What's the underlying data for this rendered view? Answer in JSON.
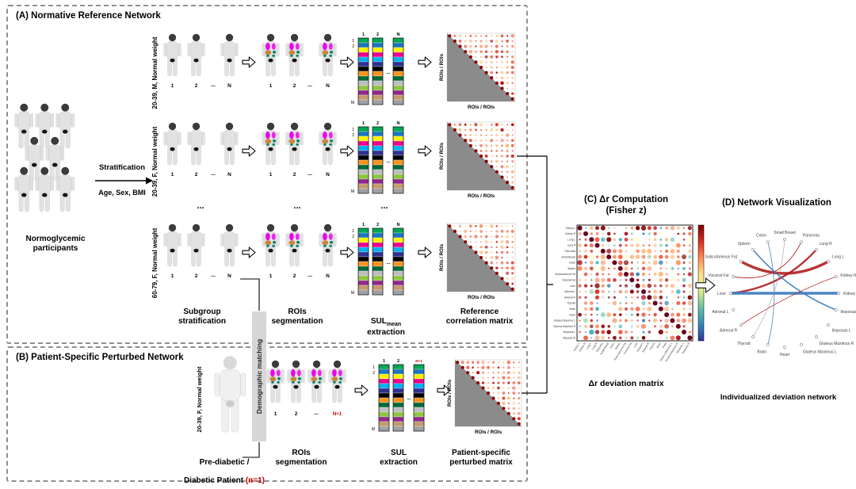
{
  "labels": {
    "one": "1",
    "two": "2",
    "dots": "...",
    "n": "N",
    "m": "M",
    "n_plus_1": "N+1",
    "axis": "ROIs / ROIs"
  },
  "panelA": {
    "title": "(A) Normative Reference Network",
    "participants": "Normoglycemic\nparticipants",
    "stratification": "Stratification",
    "stratification_by": "Age, Sex, BMI",
    "subgroups": [
      "20-39, M, Normal weight",
      "20-39, F, Normal weight",
      "60-79, F, Normal weight"
    ],
    "col_labels": {
      "subgroup": "Subgroup\nstratification",
      "rois": "ROIs\nsegmentation",
      "sul_pre": "SUL",
      "sul_sub": "mean",
      "sul_line2": "extraction",
      "matrix": "Reference\ncorrelation matrix"
    }
  },
  "panelB": {
    "title": "(B) Patient-Specific Perturbed Network",
    "patient_group": "20-39, F, Normal weight",
    "patient_line1": "Pre-diabetic /",
    "patient_line2": "Diabetic Patient ",
    "patient_n": "(n=1)",
    "col_labels": {
      "rois": "ROIs\nsegmentation",
      "sul": "SUL\nextraction",
      "matrix": "Patient-specific\nperturbed matrix"
    }
  },
  "demographic_matching": "Demographic matching",
  "panelC": {
    "title": "(C) Δr Computation\n(Fisher z)",
    "caption": "Δr deviation matrix"
  },
  "panelD": {
    "title": "(D) Network Visualization",
    "caption": "Individualized deviation network",
    "nodes": [
      {
        "label": "Kidney L",
        "angle": 0
      },
      {
        "label": "Kidney R",
        "angle": 18
      },
      {
        "label": "Lung L",
        "angle": 36
      },
      {
        "label": "Lung R",
        "angle": 54
      },
      {
        "label": "Pancreas",
        "angle": 72
      },
      {
        "label": "Small Bowel",
        "angle": 90
      },
      {
        "label": "Colon",
        "angle": 108
      },
      {
        "label": "Spleen",
        "angle": 126
      },
      {
        "label": "Subcutaneous Fat",
        "angle": 144
      },
      {
        "label": "Visceral Fat",
        "angle": 162
      },
      {
        "label": "Liver",
        "angle": 180
      },
      {
        "label": "Adrenal L",
        "angle": 198
      },
      {
        "label": "Adrenal R",
        "angle": 216
      },
      {
        "label": "Thyroid",
        "angle": 234
      },
      {
        "label": "Brain",
        "angle": 252
      },
      {
        "label": "Heart",
        "angle": 270
      },
      {
        "label": "Gluteus Maximus L",
        "angle": 288
      },
      {
        "label": "Gluteus Maximus R",
        "angle": 306
      },
      {
        "label": "Iliopsoas L",
        "angle": 324
      },
      {
        "label": "Iliopsoas R",
        "angle": 342
      }
    ],
    "edges": [
      {
        "from": "Subcutaneous Fat",
        "to": "Lung L",
        "color": "#b22222",
        "width": 3.4
      },
      {
        "from": "Liver",
        "to": "Lung R",
        "color": "#b22222",
        "width": 2.4
      },
      {
        "from": "Liver",
        "to": "Kidney L",
        "color": "#3b7bbf",
        "width": 3.4
      },
      {
        "from": "Spleen",
        "to": "Iliopsoas R",
        "color": "#3b7bbf",
        "width": 1.6
      },
      {
        "from": "Visceral Fat",
        "to": "Pancreas",
        "color": "#b22222",
        "width": 1.0
      },
      {
        "from": "Adrenal R",
        "to": "Kidney R",
        "color": "#b22222",
        "width": 0.8
      },
      {
        "from": "Brain",
        "to": "Colon",
        "color": "#3b7bbf",
        "width": 0.8
      },
      {
        "from": "Thyroid",
        "to": "Small Bowel",
        "color": "#999999",
        "width": 0.6
      }
    ]
  },
  "colors": {
    "red_accent": "#c00000",
    "blue_accent": "#3b7bbf",
    "panel_border": "#8f8f8f",
    "matrix_gray": "#8b8b8b",
    "sul_palette": [
      "#00a651",
      "#1b75bc",
      "#fff200",
      "#ec008c",
      "#00aeef",
      "#2e3192",
      "#000000",
      "#f7941d",
      "#006838",
      "#bcbec0",
      "#8dc63f",
      "#92278f",
      "#c49a6c",
      "#9ea0a3"
    ],
    "matrix_warm": [
      "#b30000",
      "#d7301f",
      "#e34a33",
      "#ef6548",
      "#fc8d59",
      "#fdbb84",
      "#f5c16c"
    ],
    "heatmap_warm": [
      "#7f0000",
      "#b2182b",
      "#d7301f",
      "#ef6548",
      "#fc8d59",
      "#fdbb84",
      "#f4a582"
    ],
    "heatmap_cool": [
      "#74c6c6",
      "#41b6c4",
      "#2c7fb8",
      "#a1dab4",
      "#ffffcc"
    ],
    "colorbar": [
      "#7f0000",
      "#d7301f",
      "#fc8d59",
      "#fee08b",
      "#d9ef8b",
      "#66c2a5",
      "#3288bd",
      "#313695"
    ],
    "roi": {
      "lung": "#ee00ee",
      "liver": "#c8873c",
      "kidney": "#00806b"
    }
  }
}
